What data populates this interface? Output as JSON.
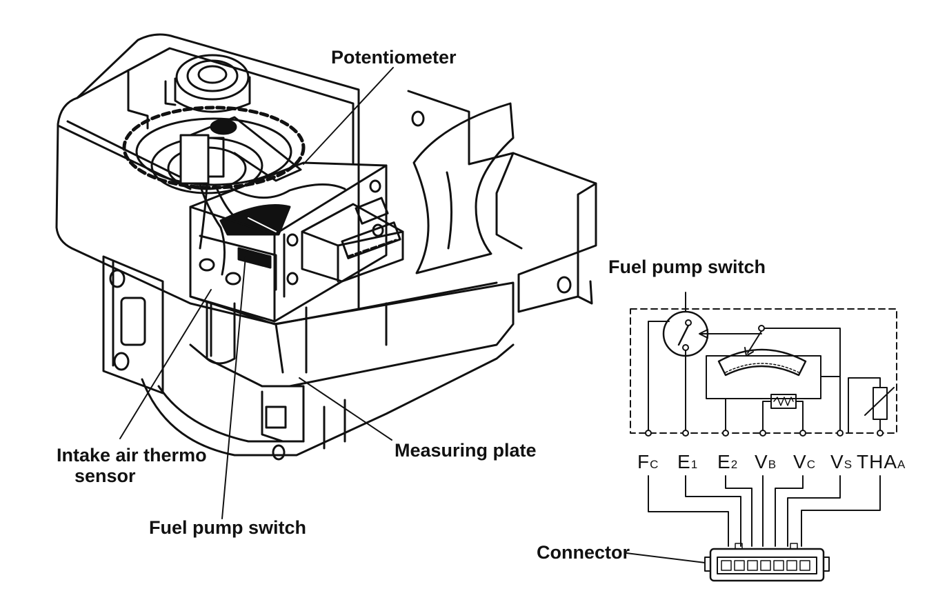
{
  "labels": {
    "potentiometer": "Potentiometer",
    "fuel_pump_switch_left": "Fuel pump switch",
    "intake_air_line1": "Intake air thermo",
    "intake_air_line2": "sensor",
    "measuring_plate": "Measuring plate",
    "fuel_pump_switch_right": "Fuel pump switch",
    "connector": "Connector"
  },
  "terminals": [
    {
      "main": "F",
      "sub": "C"
    },
    {
      "main": "E",
      "sub": "1"
    },
    {
      "main": "E",
      "sub": "2"
    },
    {
      "main": "V",
      "sub": "B"
    },
    {
      "main": "V",
      "sub": "C"
    },
    {
      "main": "V",
      "sub": "S"
    },
    {
      "main": "THA",
      "sub": "A"
    }
  ],
  "colors": {
    "ink": "#111111",
    "background": "#ffffff"
  }
}
